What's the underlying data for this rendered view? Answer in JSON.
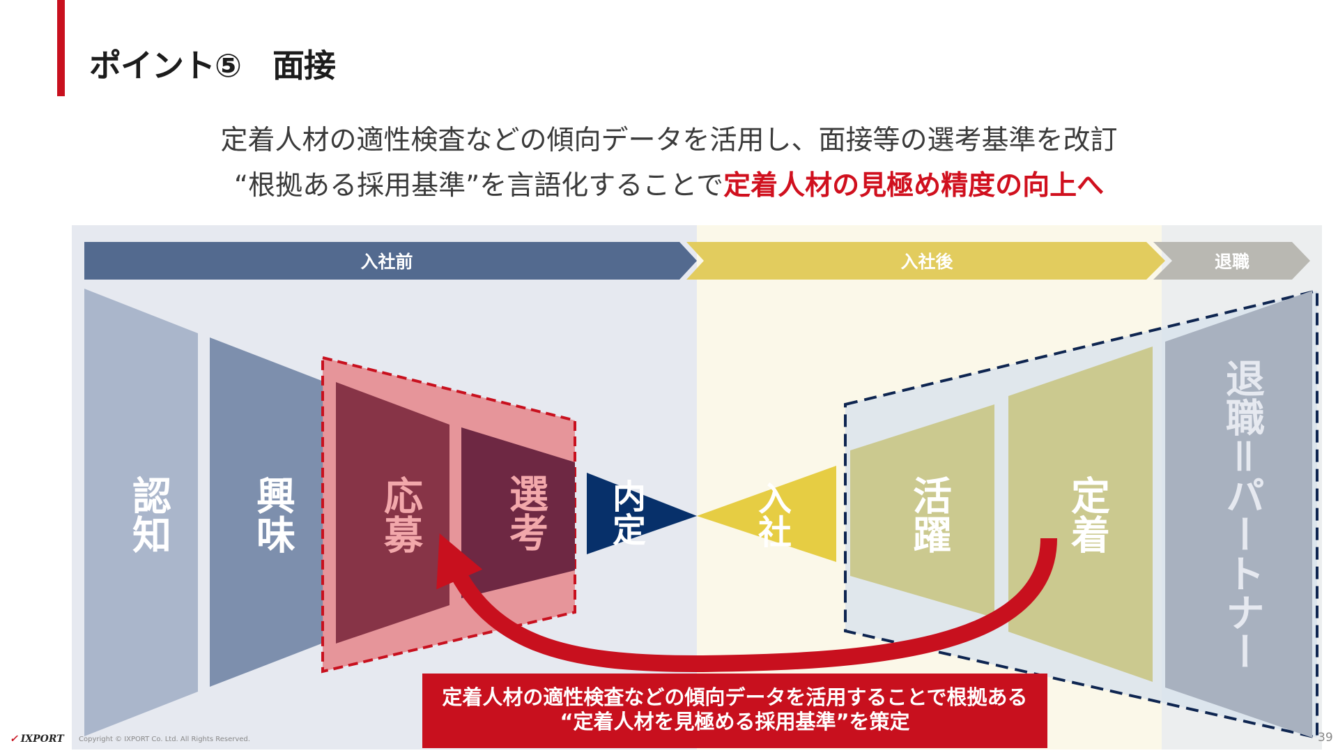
{
  "title": "ポイント⑤　面接",
  "subtitle": {
    "line1": "定着人材の適性検査などの傾向データを活用し、面接等の選考基準を改訂",
    "line2_plain": "“根拠ある採用基準”を言語化することで",
    "line2_highlight": "定着人材の見極め精度の向上へ"
  },
  "phases": [
    {
      "label": "入社前",
      "color": "#536a8f"
    },
    {
      "label": "入社後",
      "color": "#e2cc5e"
    },
    {
      "label": "退職",
      "color": "#b9b8b2"
    }
  ],
  "stages": [
    {
      "label": "認知",
      "color": "#aab6cb"
    },
    {
      "label": "興味",
      "color": "#7d8fad"
    },
    {
      "label": "応募",
      "color": "#873447"
    },
    {
      "label": "選考",
      "color": "#6e2843"
    },
    {
      "label": "内定",
      "color": "#07306a"
    },
    {
      "label": "入社",
      "color": "#e6cd43"
    },
    {
      "label": "活躍",
      "color": "#cbc98f"
    },
    {
      "label": "定着",
      "color": "#cbc98f"
    },
    {
      "label": "退職＝パートナー",
      "color": "#a8b1bf"
    }
  ],
  "callout": {
    "line1": "定着人材の適性検査などの傾向データを活用することで根拠ある",
    "line2": "“定着人材を見極める採用基準”を策定"
  },
  "footer": {
    "logo": "IXPORT",
    "copyright": "Copyright © IXPORT Co. Ltd. All Rights Reserved.",
    "page": "39"
  },
  "colors": {
    "accent": "#c8101e",
    "highlight_red": "#d0101e",
    "dashed_navy": "#0e2550",
    "arrow": "#c8101e"
  }
}
